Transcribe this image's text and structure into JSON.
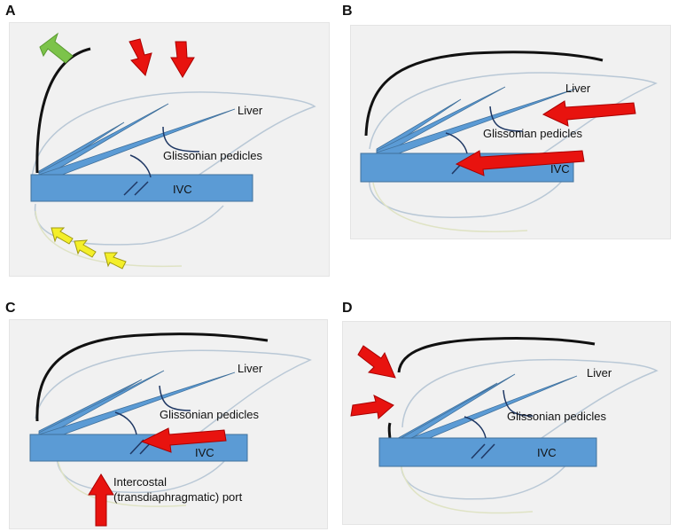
{
  "panels": [
    {
      "label": "A",
      "liver": "Liver",
      "pedicles": "Glissonian pedicles",
      "ivc": "IVC"
    },
    {
      "label": "B",
      "liver": "Liver",
      "pedicles": "Glissonian pedicles",
      "ivc": "IVC"
    },
    {
      "label": "C",
      "liver": "Liver",
      "pedicles": "Glissonian pedicles",
      "ivc": "IVC",
      "port_line1": "Intercostal",
      "port_line2": "(transdiaphragmatic) port"
    },
    {
      "label": "D",
      "liver": "Liver",
      "pedicles": "Glissonian pedicles",
      "ivc": "IVC"
    }
  ],
  "colors": {
    "panel_bg": "#f1f1f1",
    "liver_outline": "#b9c8d6",
    "lower_outline": "#dfe3c4",
    "vessel_fill": "#5b9bd5",
    "vessel_stroke": "#41719c",
    "pedicle_line": "#1f3864",
    "diaphragm": "#111111",
    "arrow_red": "#e8130f",
    "arrow_green": "#7cc34a",
    "arrow_yellow": "#f4ef2a"
  }
}
